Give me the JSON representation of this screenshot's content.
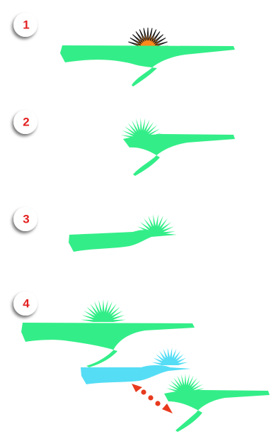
{
  "steps": [
    {
      "number": "1"
    },
    {
      "number": "2"
    },
    {
      "number": "3"
    },
    {
      "number": "4"
    }
  ],
  "colors": {
    "land": "#33ee88",
    "land_highlight": "#44f599",
    "sun_fill": "#ff8a1c",
    "sun_outline": "#1a1a1a",
    "land_cyan": "#55ddf5",
    "number_text": "#e32020",
    "number_badge": "#ffffff",
    "arrow": "#e83a1e"
  },
  "icons": {
    "badge": "rounded-number-badge",
    "sun": "sunburst-icon",
    "land": "landmass-shape",
    "arrow": "double-headed-dotted-arrow"
  }
}
